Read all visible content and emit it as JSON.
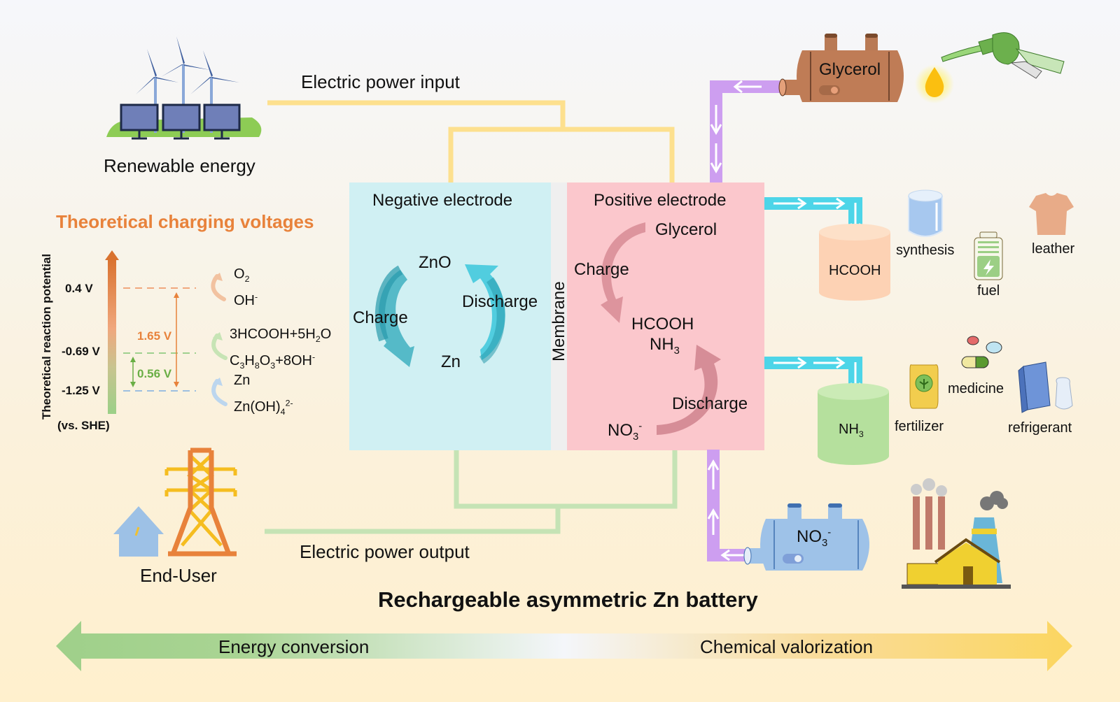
{
  "title": "Rechargeable asymmetric Zn battery",
  "renewable": {
    "label": "Renewable energy",
    "icon": "wind-solar-icon"
  },
  "end_user": {
    "label": "End-User",
    "icon": "power-tower-house-icon"
  },
  "power_input_label": "Electric power input",
  "power_output_label": "Electric power output",
  "voltages_panel": {
    "title": "Theoretical charging voltages",
    "axis_label": "Theoretical reaction potential",
    "axis_unit": "(vs. SHE)",
    "levels": [
      {
        "value": "0.4 V",
        "color": "#f0a77d"
      },
      {
        "value": "-0.69 V",
        "color": "#9fd08e"
      },
      {
        "value": "-1.25 V",
        "color": "#9dbfe0"
      }
    ],
    "gaps": [
      {
        "label": "1.65 V",
        "color": "#e8823b"
      },
      {
        "label": "0.56 V",
        "color": "#6aae45"
      }
    ],
    "reactions": [
      {
        "product": "O2",
        "reactant": "OH-"
      },
      {
        "product": "3HCOOH+5H2O",
        "reactant": "C3H8O3+8OH-"
      },
      {
        "product": "Zn",
        "reactant": "Zn(OH)4 2-"
      }
    ]
  },
  "cell": {
    "negative": {
      "title": "Negative electrode",
      "top_species": "ZnO",
      "bottom_species": "Zn",
      "charge_label": "Charge",
      "discharge_label": "Discharge",
      "color": "#d0f0f3"
    },
    "membrane_label": "Membrane",
    "positive": {
      "title": "Positive electrode",
      "glycerol": "Glycerol",
      "product_1": "HCOOH",
      "product_2": "NH3",
      "nitrate": "NO3-",
      "charge_label": "Charge",
      "discharge_label": "Discharge",
      "color": "#fbc7cc"
    }
  },
  "tanks": {
    "glycerol": "Glycerol",
    "nitrate": "NO3-",
    "hcooh": "HCOOH",
    "nh3": "NH3"
  },
  "applications": {
    "hcooh": [
      "synthesis",
      "fuel",
      "leather"
    ],
    "nh3": [
      "fertilizer",
      "medicine",
      "refrigerant"
    ]
  },
  "bottom_arrow": {
    "left_label": "Energy conversion",
    "right_label": "Chemical valorization"
  },
  "colors": {
    "power_input_line": "#fde08e",
    "power_output_line": "#c5e3b5",
    "purple_pipe": "#cd9ef0",
    "cyan_pipe": "#4dd5e8",
    "orange_title": "#e8823b"
  }
}
